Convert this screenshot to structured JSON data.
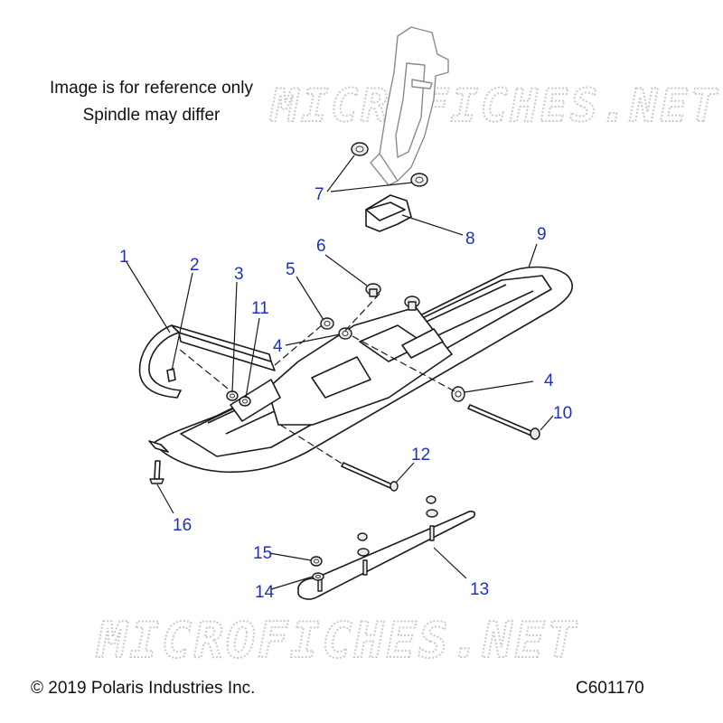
{
  "notes": [
    "Image is for reference only",
    "Spindle may differ"
  ],
  "watermark": "MICROFICHES.NET",
  "copyright": "© 2019 Polaris Industries Inc.",
  "diagram_code": "C601170",
  "callouts": [
    "1",
    "2",
    "3",
    "4",
    "4",
    "5",
    "6",
    "7",
    "8",
    "9",
    "10",
    "11",
    "12",
    "13",
    "14",
    "15",
    "16"
  ],
  "colors": {
    "callout": "#1e2fc4",
    "line": "#1a1a1a",
    "watermark": "#c9c9c9"
  }
}
